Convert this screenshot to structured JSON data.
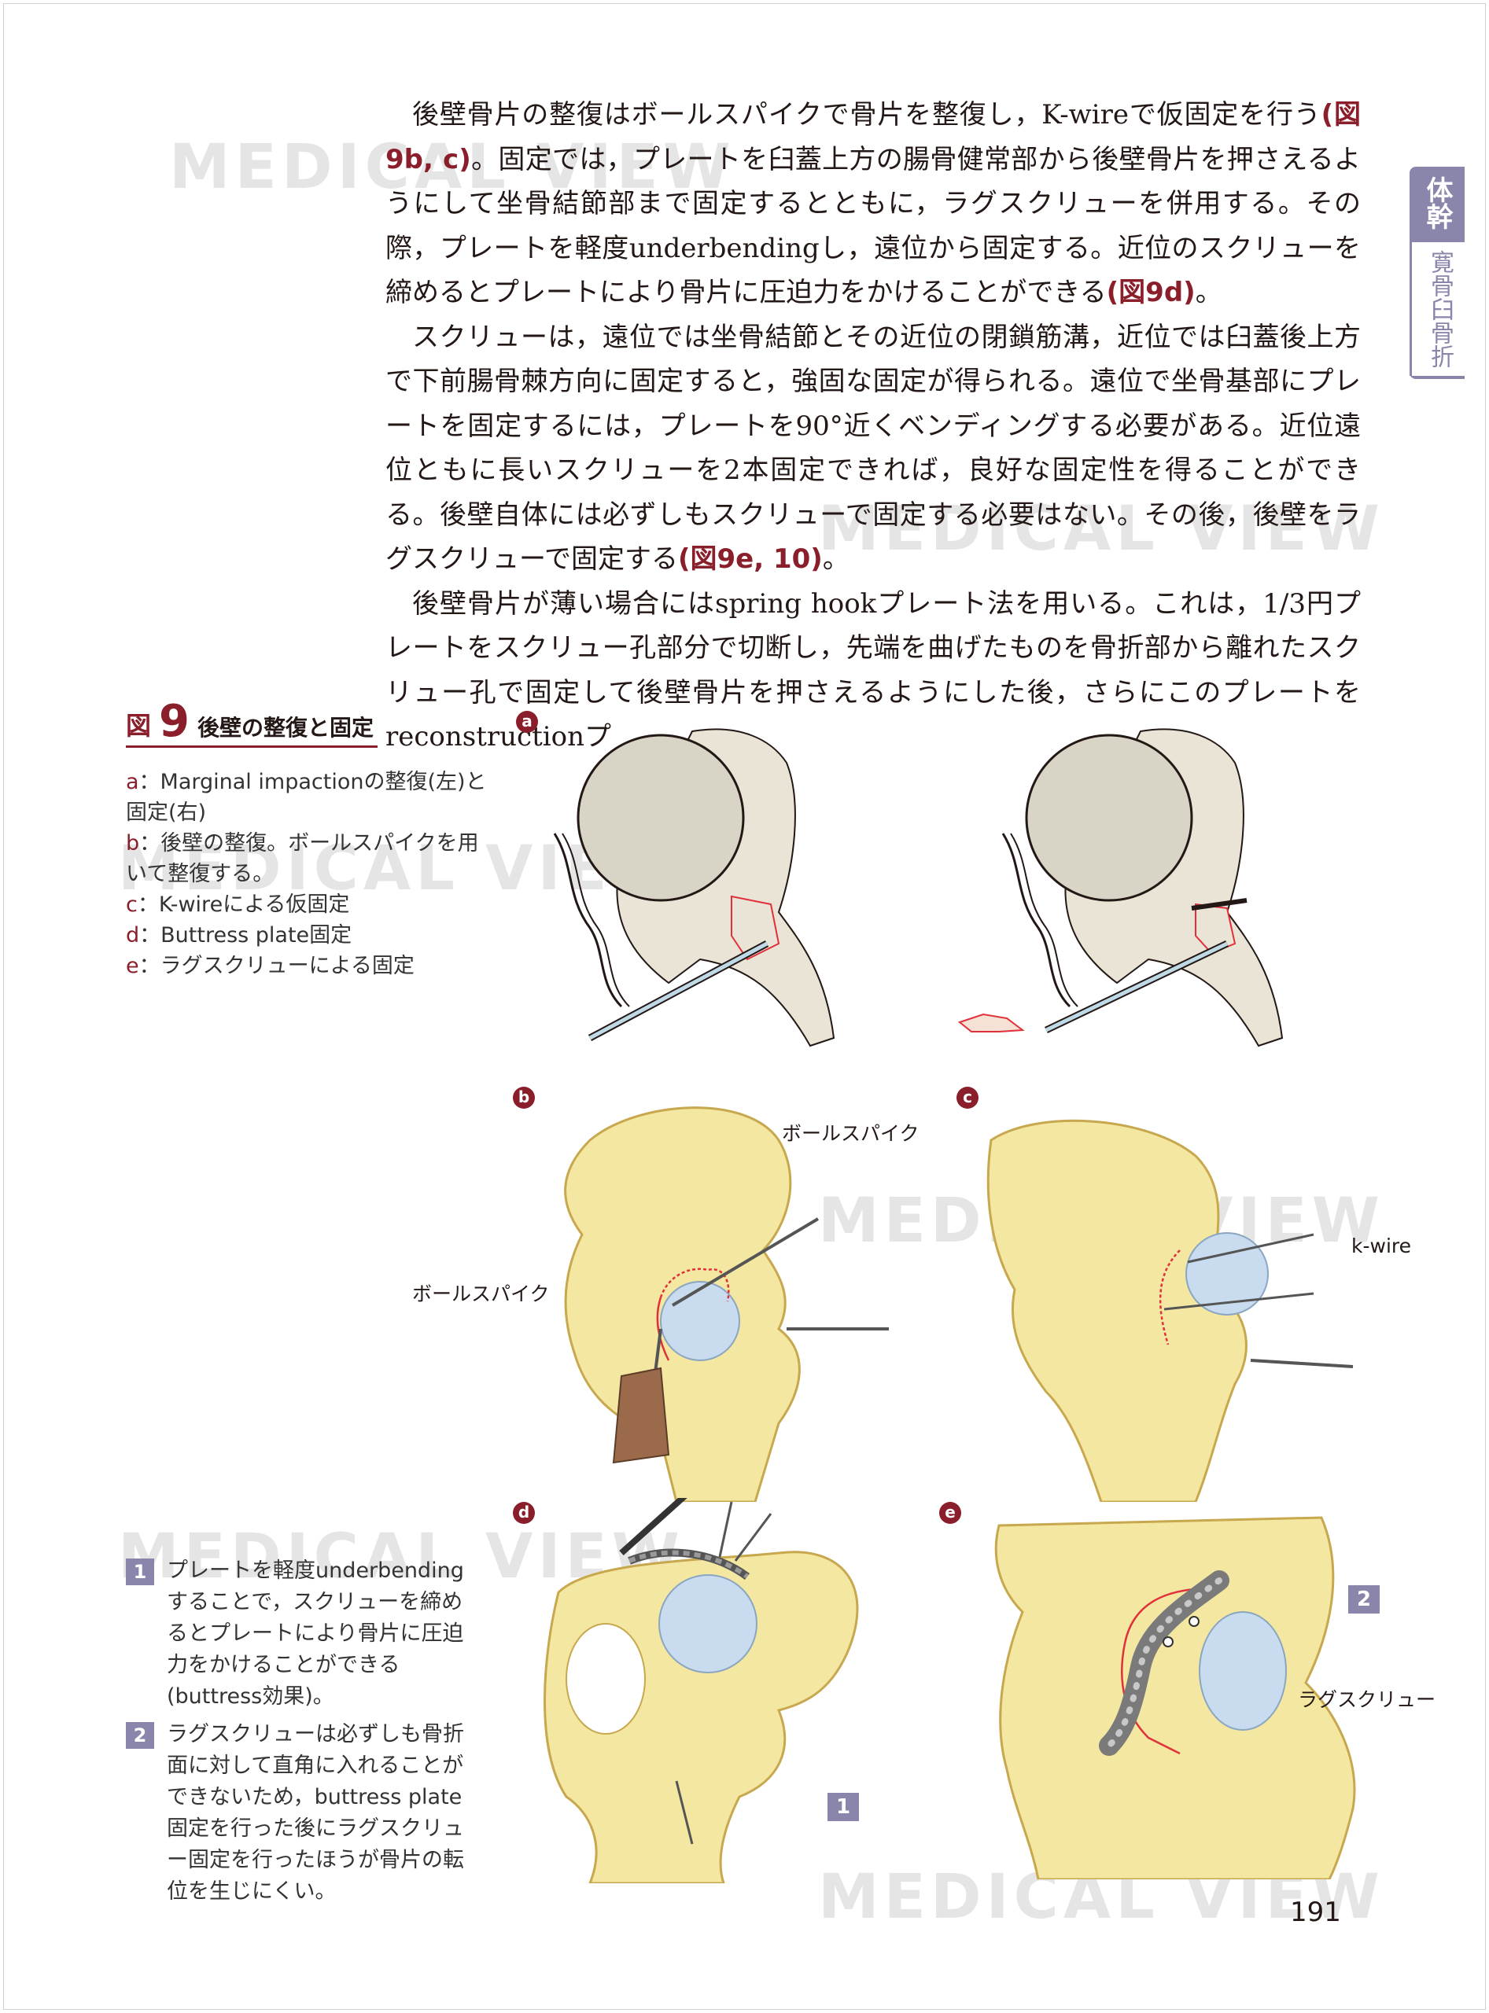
{
  "watermark": "MEDICAL VIEW",
  "side_tab": {
    "category": "体幹",
    "section": "寛骨臼骨折"
  },
  "body": {
    "p1_a": "後壁骨片の整復はボールスパイクで骨片を整復し，K-wireで仮固定を行う",
    "p1_ref1": "(図9b, c)",
    "p1_b": "。固定では，プレートを臼蓋上方の腸骨健常部から後壁骨片を押さえるようにして坐骨結節部まで固定するとともに，ラグスクリューを併用する。その際，プレートを軽度underbendingし，遠位から固定する。近位のスクリューを締めるとプレートにより骨片に圧迫力をかけることができる",
    "p1_ref2": "(図9d)",
    "p1_c": "。",
    "p2_a": "スクリューは，遠位では坐骨結節とその近位の閉鎖筋溝，近位では臼蓋後上方で下前腸骨棘方向に固定すると，強固な固定が得られる。遠位で坐骨基部にプレートを固定するには，プレートを90°近くベンディングする必要がある。近位遠位ともに長いスクリューを2本固定できれば，良好な固定性を得ることができる。後壁自体には必ずしもスクリューで固定する必要はない。その後，後壁をラグスクリューで固定する",
    "p2_ref": "(図9e, 10)",
    "p2_b": "。",
    "p3": "後壁骨片が薄い場合にはspring hookプレート法を用いる。これは，1/3円プレートをスクリュー孔部分で切断し，先端を曲げたものを骨折部から離れたスクリュー孔で固定して後壁骨片を押さえるようにした後，さらにこのプレートをreconstructionプ"
  },
  "figure": {
    "label": "図",
    "number": "9",
    "title": "後壁の整復と固定",
    "legend": [
      {
        "key": "a",
        "text": "：Marginal impactionの整復(左)と固定(右)"
      },
      {
        "key": "b",
        "text": "：後壁の整復。ボールスパイクを用いて整復する。"
      },
      {
        "key": "c",
        "text": "：K-wireによる仮固定"
      },
      {
        "key": "d",
        "text": "：Buttress plate固定"
      },
      {
        "key": "e",
        "text": "：ラグスクリューによる固定"
      }
    ],
    "panel_letters": [
      "a",
      "b",
      "c",
      "d",
      "e"
    ],
    "labels": {
      "ball_spike_1": "ボールスパイク",
      "ball_spike_2": "ボールスパイク",
      "k_wire": "k-wire",
      "lag_screw": "ラグスクリュー"
    },
    "callouts": [
      "1",
      "2"
    ]
  },
  "notes": [
    {
      "num": "1",
      "text": "プレートを軽度underbendingすることで，スクリューを締めるとプレートにより骨片に圧迫力をかけることができる(buttress効果)。"
    },
    {
      "num": "2",
      "text": "ラグスクリューは必ずしも骨折面に対して直角に入れることができないため，buttress plate固定を行った後にラグスクリュー固定を行ったほうが骨片の転位を生じにくい。"
    }
  ],
  "page_number": "191",
  "colors": {
    "accent": "#8a1f2b",
    "tab": "#8a86ab",
    "bone": "#f4e7a1",
    "cartilage": "#c9dcef",
    "fracture_line": "#e0303a"
  }
}
